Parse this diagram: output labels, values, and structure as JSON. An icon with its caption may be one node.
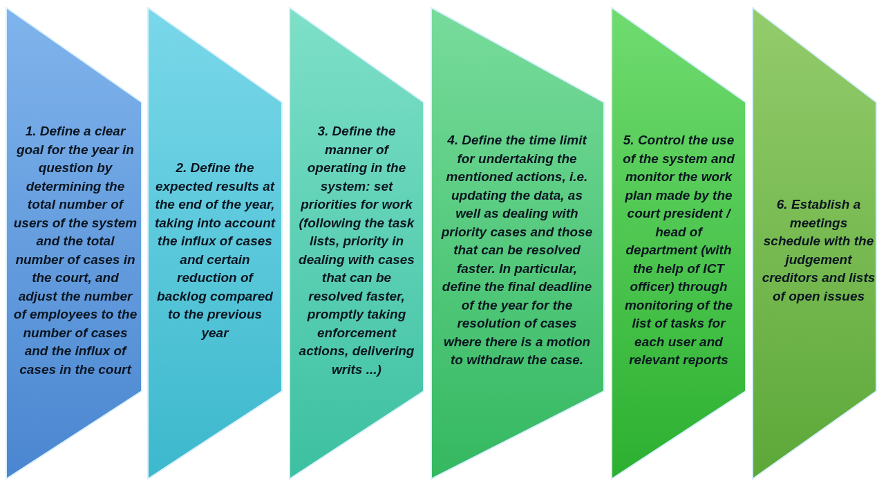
{
  "diagram": {
    "nodes": [
      {
        "text": [
          "1. Define a clear goal for the year in question by determining the total number of users of the system and the total number of cases in the court, and adjust the number of employees to the number of cases and the influx of cases in the court"
        ]
      },
      {
        "text": [
          "2. Define the expected results at the end of the year, taking into account the influx of cases and certain reduction of backlog compared to the previous year"
        ]
      },
      {
        "text": [
          "3. Define the manner of operating in the system: set priorities for work (following the task lists, priority in dealing with cases that can be resolved faster, promptly taking enforcement actions, delivering writs ...)"
        ]
      },
      {
        "text": [
          "4. Define the time limit for undertaking the mentioned actions, i.e. updating the data, as well as dealing with priority cases and those that can be resolved faster. In particular, define the final deadline of the year for the resolution of cases where there is a motion to withdraw the case."
        ]
      },
      {
        "text": [
          "5. Control the use of the system and monitor the work plan made by the court president / head of department (with the help of ICT officer) through monitoring of the list of tasks for each user and relevant reports"
        ]
      },
      {
        "text": [
          "6. Establish a meetings schedule with the judgement creditors and lists of open issues"
        ]
      }
    ]
  }
}
